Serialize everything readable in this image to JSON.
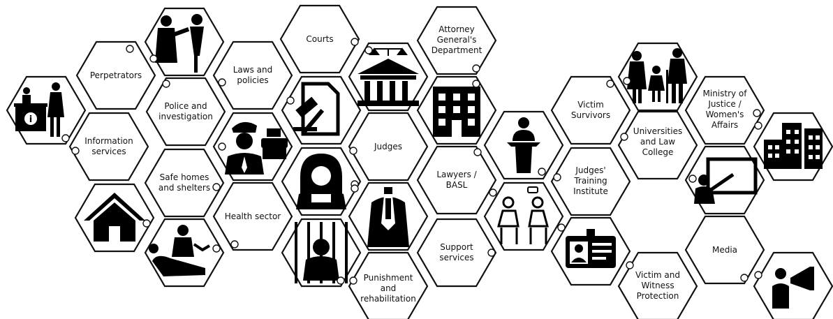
{
  "diagram": {
    "type": "hexagon-ecosystem",
    "labels": {
      "perpetrators": "Perpetrators",
      "information_services": "Information services",
      "police": "Police and investigation",
      "safe_homes": "Safe homes and shelters",
      "laws": "Laws and policies",
      "health": "Health sector",
      "courts": "Courts",
      "judges": "Judges",
      "punishment": "Punishment and rehabilitation",
      "attorney_general": "Attorney General's Department",
      "lawyers": "Lawyers / BASL",
      "support_services": "Support services",
      "victim_survivors": "Victim Survivors",
      "judges_training": "Judges' Training Institute",
      "universities": "Universities and Law College",
      "ministry": "Ministry of Justice / Women's Affairs",
      "media": "Media",
      "victim_witness": "Victim and Witness Protection"
    },
    "icons": {
      "info_desk": "information-desk-icon",
      "abuse": "abuse-scene-icon",
      "house": "house-icon",
      "police_officer": "police-officer-icon",
      "medic": "medical-care-icon",
      "gavel": "gavel-document-icon",
      "judge": "judge-wig-icon",
      "prisoner": "prisoner-behind-bars-icon",
      "courthouse": "courthouse-icon",
      "lawyer": "lawyer-robe-icon",
      "building": "office-building-icon",
      "podium": "speaker-podium-icon",
      "counseling": "counseling-session-icon",
      "family": "family-icon",
      "id_card": "id-card-icon",
      "teacher": "teacher-whiteboard-icon",
      "city": "city-buildings-icon",
      "megaphone": "megaphone-speaker-icon"
    },
    "colors": {
      "stroke": "#111111",
      "fill": "#ffffff",
      "icon": "#000000"
    }
  }
}
